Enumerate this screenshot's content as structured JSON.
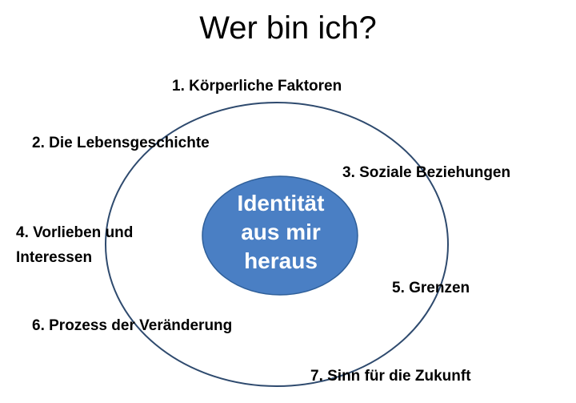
{
  "title": "Wer bin ich?",
  "core": {
    "lines": [
      "Identität",
      "aus mir",
      "heraus"
    ]
  },
  "factors": [
    {
      "lines": [
        "1. Körperliche Faktoren"
      ]
    },
    {
      "lines": [
        "2. Die Lebensgeschichte"
      ]
    },
    {
      "lines": [
        "3. Soziale Beziehungen"
      ]
    },
    {
      "lines": [
        "4. Vorlieben und",
        "Interessen"
      ]
    },
    {
      "lines": [
        "5. Grenzen"
      ]
    },
    {
      "lines": [
        "6. Prozess der Veränderung"
      ]
    },
    {
      "lines": [
        "7. Sinn für die Zukunft"
      ]
    }
  ],
  "colors": {
    "core_fill": "#4a7fc4",
    "core_stroke": "#2f5f99",
    "outer_ring_stroke": "#2e4a6e",
    "text": "#000000",
    "core_text": "#ffffff"
  }
}
